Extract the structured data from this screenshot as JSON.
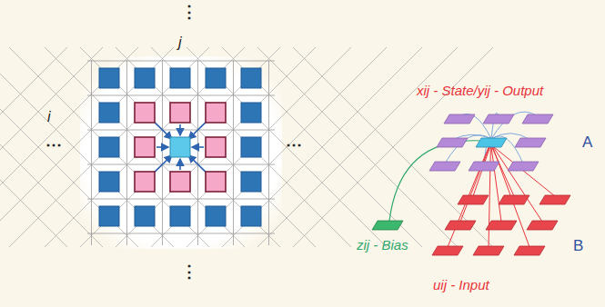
{
  "diagram": {
    "labels": [
      "⋮",
      "j",
      "i",
      "⋯",
      "⋯",
      "⋮",
      "xij - State/yij - Output",
      "A",
      "zij - Bias",
      "B",
      "uij - Input"
    ]
  }
}
